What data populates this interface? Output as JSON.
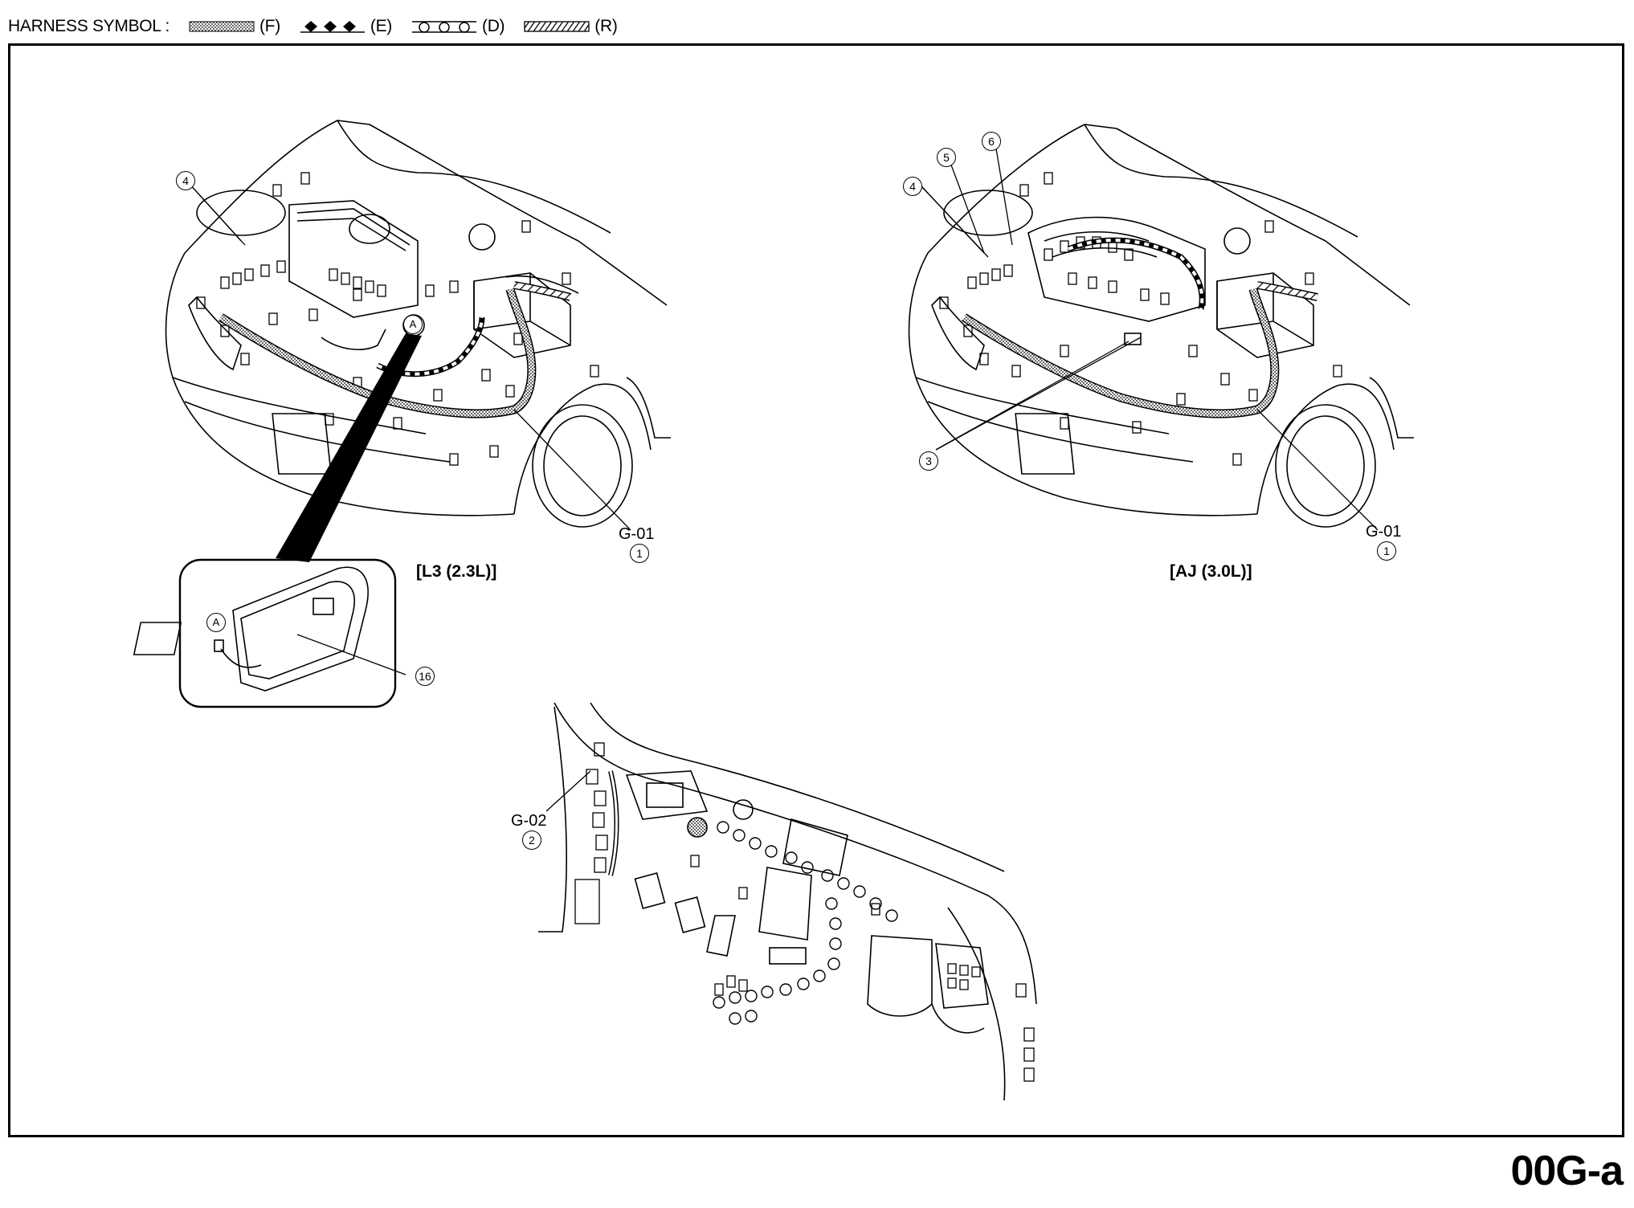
{
  "legend": {
    "title": "HARNESS SYMBOL :",
    "items": [
      {
        "code": "(F)",
        "pattern": "stipple"
      },
      {
        "code": "(E)",
        "pattern": "diamonds"
      },
      {
        "code": "(D)",
        "pattern": "circles"
      },
      {
        "code": "(R)",
        "pattern": "hatch"
      }
    ]
  },
  "views": {
    "left_engine": {
      "caption": "[L3 (2.3L)]",
      "ground_label": "G-01",
      "ground_num": "1",
      "callout_4": "4",
      "callout_16": "16",
      "connector_mark": "A"
    },
    "right_engine": {
      "caption": "[AJ (3.0L)]",
      "ground_label": "G-01",
      "ground_num": "1",
      "callout_3": "3",
      "callout_4": "4",
      "callout_5": "5",
      "callout_6": "6"
    },
    "dashboard": {
      "ground_label": "G-02",
      "ground_num": "2"
    }
  },
  "page_id": "00G-a"
}
